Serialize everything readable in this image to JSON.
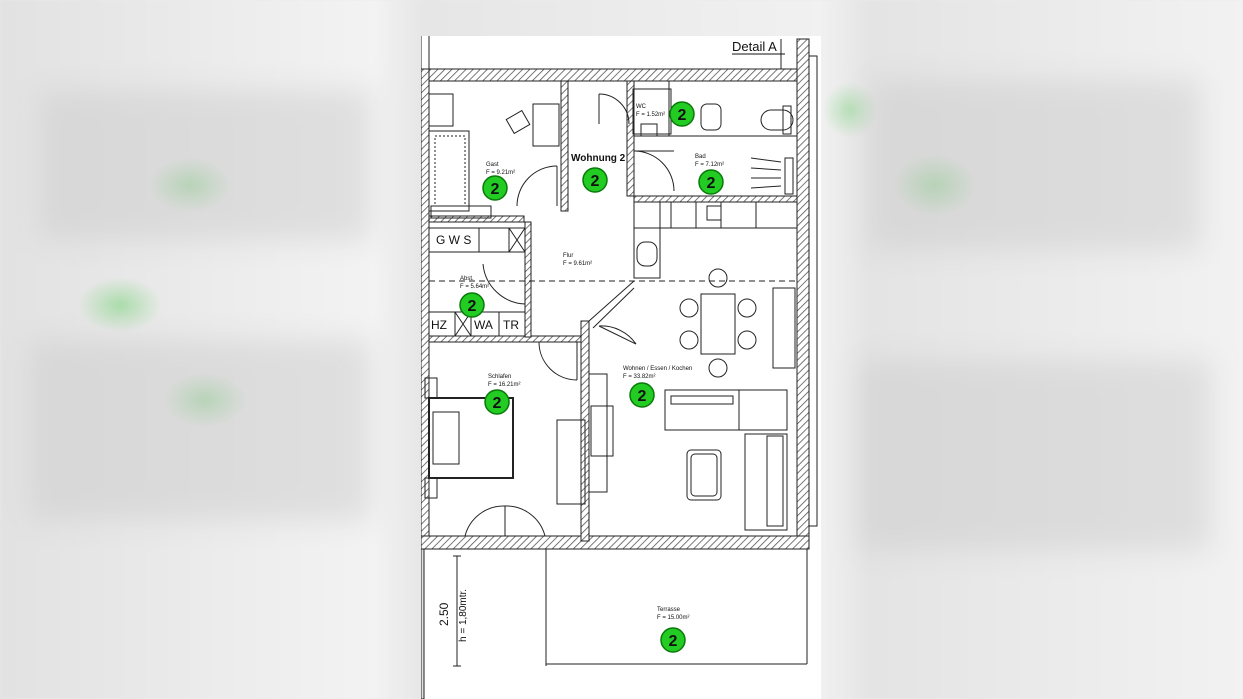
{
  "detail_label": "Detail A",
  "apartment": {
    "label": "Wohnung 2"
  },
  "marker_number": "2",
  "rooms": {
    "wc": {
      "name": "WC",
      "area": "F = 1.52m²"
    },
    "gast": {
      "name": "Gast",
      "area": "F = 9.21m²"
    },
    "bad": {
      "name": "Bad",
      "area": "F = 7.12m²"
    },
    "flur": {
      "name": "Flur",
      "area": "F = 9.61m²"
    },
    "abst": {
      "name": "Abst.",
      "area": "F = 5.64m²"
    },
    "schlafen": {
      "name": "Schlafen",
      "area": "F = 16.21m²"
    },
    "wohnen": {
      "name": "Wohnen / Essen / Kochen",
      "area": "F = 33.82m²"
    },
    "terrasse": {
      "name": "Terrasse",
      "area": "F = 15.00m²"
    }
  },
  "utility_labels": {
    "gws": "G W S",
    "hz": "HZ",
    "wa": "WA",
    "tr": "TR"
  },
  "dimension": {
    "value": "2.50",
    "height": "h = 1,80mtr."
  },
  "colors": {
    "marker_fill": "#22cc22",
    "marker_stroke": "#0a7a0a",
    "wall": "#222222",
    "hatch": "#555555"
  }
}
